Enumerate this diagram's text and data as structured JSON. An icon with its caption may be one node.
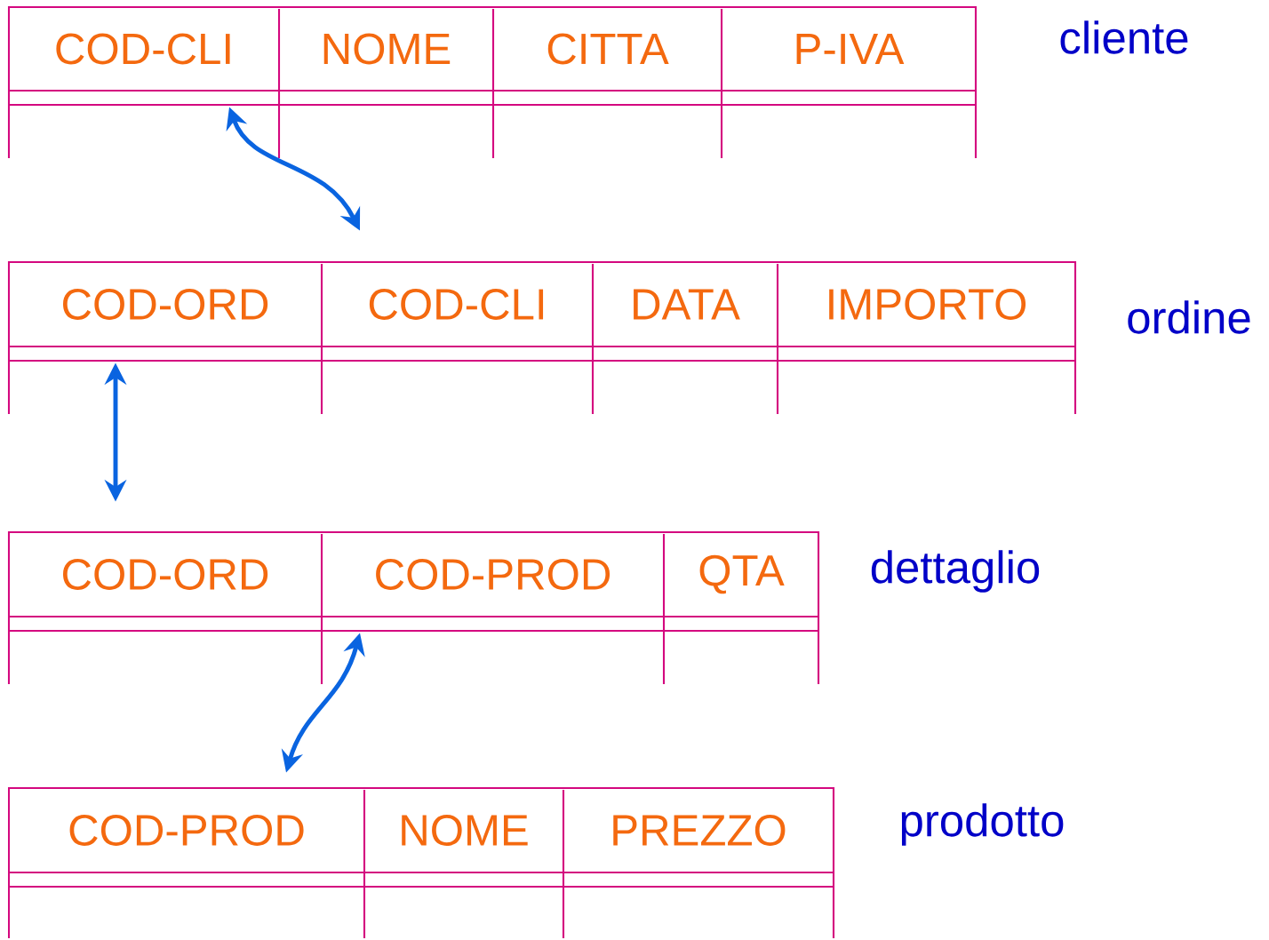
{
  "diagram": {
    "nodes": [
      {
        "text": [
          "cliente"
        ]
      },
      {
        "text": [
          "COD-CLI"
        ],
        "in": 0
      },
      {
        "text": [
          "NOME"
        ],
        "in": 0
      },
      {
        "text": [
          "CITTA"
        ],
        "in": 0
      },
      {
        "text": [
          "P-IVA"
        ],
        "in": 0
      },
      {
        "text": [
          "ordine"
        ]
      },
      {
        "text": [
          "COD-ORD"
        ],
        "in": 5
      },
      {
        "text": [
          "COD-CLI"
        ],
        "in": 5
      },
      {
        "text": [
          "DATA"
        ],
        "in": 5
      },
      {
        "text": [
          "IMPORTO"
        ],
        "in": 5
      },
      {
        "text": [
          "dettaglio"
        ]
      },
      {
        "text": [
          "COD-ORD"
        ],
        "in": 10
      },
      {
        "text": [
          "COD-PROD"
        ],
        "in": 10
      },
      {
        "text": [
          "QTA"
        ],
        "in": 10
      },
      {
        "text": [
          "prodotto"
        ]
      },
      {
        "text": [
          "COD-PROD"
        ],
        "in": 14
      },
      {
        "text": [
          "NOME"
        ],
        "in": 14
      },
      {
        "text": [
          "PREZZO"
        ],
        "in": 14
      }
    ],
    "edges": [
      {
        "from": 1,
        "to": 7,
        "arrow": "both"
      },
      {
        "from": 6,
        "to": 11,
        "arrow": "both"
      },
      {
        "from": 12,
        "to": 15,
        "arrow": "both"
      }
    ]
  }
}
